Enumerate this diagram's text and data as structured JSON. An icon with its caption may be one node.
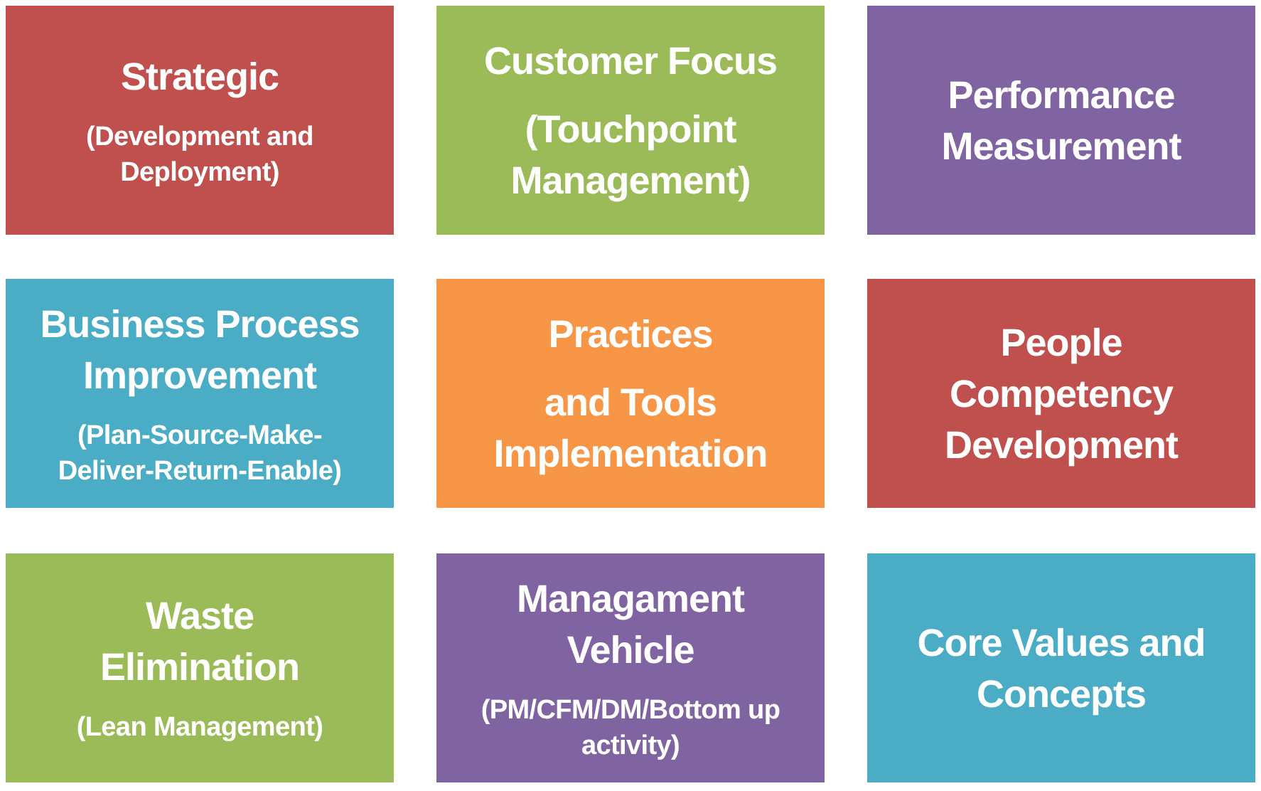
{
  "diagram": {
    "nodes": [
      {
        "text": [
          "Strategic",
          "(Development and Deployment)"
        ]
      },
      {
        "text": [
          "Customer Focus",
          "(Touchpoint Management)"
        ]
      },
      {
        "text": [
          "Performance Measurement"
        ]
      },
      {
        "text": [
          "Business Process Improvement",
          "(Plan-Source-Make-Deliver-Return-Enable)"
        ]
      },
      {
        "text": [
          "Practices",
          "and Tools Implementation"
        ]
      },
      {
        "text": [
          "People Competency Development"
        ]
      },
      {
        "text": [
          "Waste Elimination",
          "(Lean Management)"
        ]
      },
      {
        "text": [
          "Managament Vehicle",
          "(PM/CFM/DM/Bottom up activity)"
        ]
      },
      {
        "text": [
          "Core Values and Concepts"
        ]
      }
    ]
  }
}
